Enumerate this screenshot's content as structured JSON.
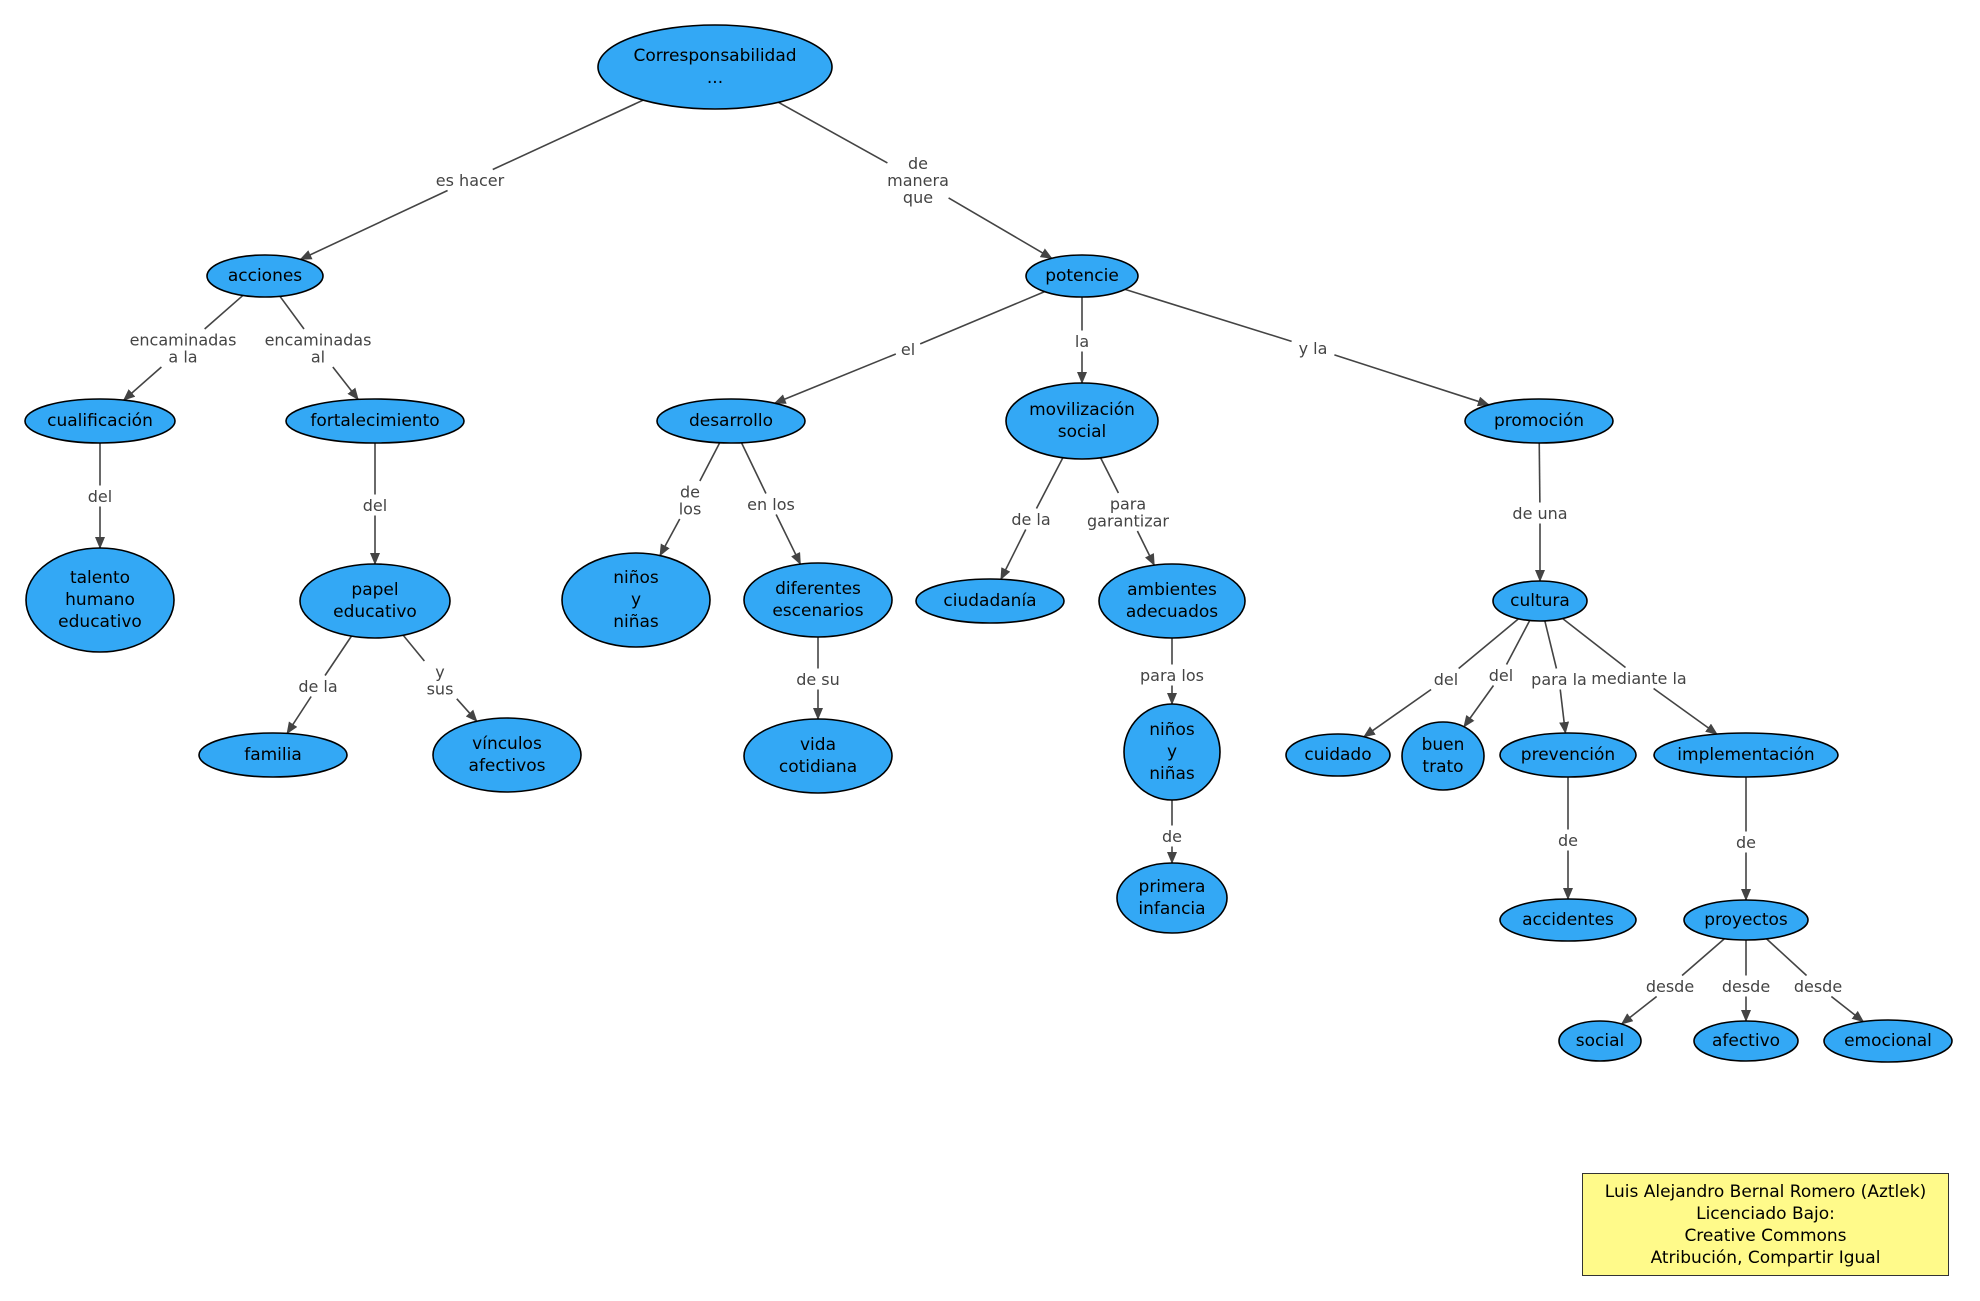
{
  "concept_map": {
    "colors": {
      "node_fill": "#33a8f5",
      "node_stroke": "#000000",
      "edge": "#444444",
      "edge_label": "#444444",
      "credit_fill": "#fffa8a"
    },
    "nodes": [
      {
        "id": "corresponsabilidad",
        "lines": [
          "Corresponsabilidad",
          "..."
        ]
      },
      {
        "id": "acciones",
        "lines": [
          "acciones"
        ]
      },
      {
        "id": "potencie",
        "lines": [
          "potencie"
        ]
      },
      {
        "id": "cualificacion",
        "lines": [
          "cualificación"
        ]
      },
      {
        "id": "fortalecimiento",
        "lines": [
          "fortalecimiento"
        ]
      },
      {
        "id": "talento",
        "lines": [
          "talento",
          "humano",
          "educativo"
        ]
      },
      {
        "id": "papel",
        "lines": [
          "papel",
          "educativo"
        ]
      },
      {
        "id": "familia",
        "lines": [
          "familia"
        ]
      },
      {
        "id": "vinculos",
        "lines": [
          "vínculos",
          "afectivos"
        ]
      },
      {
        "id": "desarrollo",
        "lines": [
          "desarrollo"
        ]
      },
      {
        "id": "ninos1",
        "lines": [
          "niños",
          "y",
          "niñas"
        ]
      },
      {
        "id": "diferentes",
        "lines": [
          "diferentes",
          "escenarios"
        ]
      },
      {
        "id": "vida",
        "lines": [
          "vida",
          "cotidiana"
        ]
      },
      {
        "id": "movilizacion",
        "lines": [
          "movilización",
          "social"
        ]
      },
      {
        "id": "ciudadania",
        "lines": [
          "ciudadanía"
        ]
      },
      {
        "id": "ambientes",
        "lines": [
          "ambientes",
          "adecuados"
        ]
      },
      {
        "id": "ninos2",
        "lines": [
          "niños",
          "y",
          "niñas"
        ]
      },
      {
        "id": "primera",
        "lines": [
          "primera",
          "infancia"
        ]
      },
      {
        "id": "promocion",
        "lines": [
          "promoción"
        ]
      },
      {
        "id": "cultura",
        "lines": [
          "cultura"
        ]
      },
      {
        "id": "cuidado",
        "lines": [
          "cuidado"
        ]
      },
      {
        "id": "buentrato",
        "lines": [
          "buen",
          "trato"
        ]
      },
      {
        "id": "prevencion",
        "lines": [
          "prevención"
        ]
      },
      {
        "id": "implementacion",
        "lines": [
          "implementación"
        ]
      },
      {
        "id": "accidentes",
        "lines": [
          "accidentes"
        ]
      },
      {
        "id": "proyectos",
        "lines": [
          "proyectos"
        ]
      },
      {
        "id": "social",
        "lines": [
          "social"
        ]
      },
      {
        "id": "afectivo",
        "lines": [
          "afectivo"
        ]
      },
      {
        "id": "emocional",
        "lines": [
          "emocional"
        ]
      }
    ],
    "edges": [
      {
        "from": "corresponsabilidad",
        "to": "acciones",
        "label": [
          "es hacer"
        ]
      },
      {
        "from": "corresponsabilidad",
        "to": "potencie",
        "label": [
          "de",
          "manera",
          "que"
        ]
      },
      {
        "from": "acciones",
        "to": "cualificacion",
        "label": [
          "encaminadas",
          "a la"
        ]
      },
      {
        "from": "acciones",
        "to": "fortalecimiento",
        "label": [
          "encaminadas",
          "al"
        ]
      },
      {
        "from": "cualificacion",
        "to": "talento",
        "label": [
          "del"
        ]
      },
      {
        "from": "fortalecimiento",
        "to": "papel",
        "label": [
          "del"
        ]
      },
      {
        "from": "papel",
        "to": "familia",
        "label": [
          "de la"
        ]
      },
      {
        "from": "papel",
        "to": "vinculos",
        "label": [
          "y",
          "sus"
        ]
      },
      {
        "from": "potencie",
        "to": "desarrollo",
        "label": [
          "el"
        ]
      },
      {
        "from": "potencie",
        "to": "movilizacion",
        "label": [
          "la"
        ]
      },
      {
        "from": "potencie",
        "to": "promocion",
        "label": [
          "y la"
        ]
      },
      {
        "from": "desarrollo",
        "to": "ninos1",
        "label": [
          "de",
          "los"
        ]
      },
      {
        "from": "desarrollo",
        "to": "diferentes",
        "label": [
          "en los"
        ]
      },
      {
        "from": "diferentes",
        "to": "vida",
        "label": [
          "de su"
        ]
      },
      {
        "from": "movilizacion",
        "to": "ciudadania",
        "label": [
          "de la"
        ]
      },
      {
        "from": "movilizacion",
        "to": "ambientes",
        "label": [
          "para",
          "garantizar"
        ]
      },
      {
        "from": "ambientes",
        "to": "ninos2",
        "label": [
          "para los"
        ]
      },
      {
        "from": "ninos2",
        "to": "primera",
        "label": [
          "de"
        ]
      },
      {
        "from": "promocion",
        "to": "cultura",
        "label": [
          "de una"
        ]
      },
      {
        "from": "cultura",
        "to": "cuidado",
        "label": [
          "del"
        ]
      },
      {
        "from": "cultura",
        "to": "buentrato",
        "label": [
          "del"
        ]
      },
      {
        "from": "cultura",
        "to": "prevencion",
        "label": [
          "para la"
        ]
      },
      {
        "from": "cultura",
        "to": "implementacion",
        "label": [
          "mediante la"
        ]
      },
      {
        "from": "prevencion",
        "to": "accidentes",
        "label": [
          "de"
        ]
      },
      {
        "from": "implementacion",
        "to": "proyectos",
        "label": [
          "de"
        ]
      },
      {
        "from": "proyectos",
        "to": "social",
        "label": [
          "desde"
        ]
      },
      {
        "from": "proyectos",
        "to": "afectivo",
        "label": [
          "desde"
        ]
      },
      {
        "from": "proyectos",
        "to": "emocional",
        "label": [
          "desde"
        ]
      }
    ]
  },
  "credit": {
    "line1": "Luis Alejandro Bernal Romero (Aztlek)",
    "line2": "Licenciado Bajo:",
    "line3": "Creative Commons",
    "line4": "Atribución, Compartir Igual"
  }
}
